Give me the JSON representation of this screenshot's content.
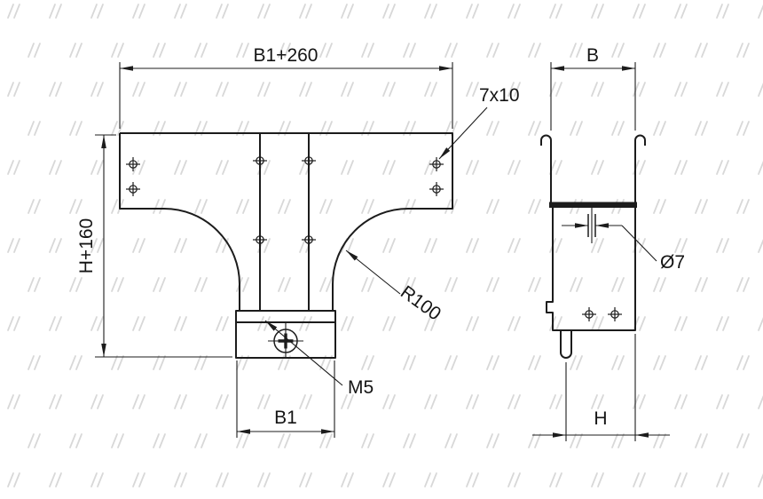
{
  "front_view": {
    "width_top": "B1+260",
    "slot": "7x10",
    "height": "H+160",
    "radius": "R100",
    "thread": "M5",
    "width_bottom": "B1"
  },
  "side_view": {
    "width": "B",
    "hole": "Ø7",
    "depth": "H"
  },
  "colors": {
    "line": "#1c1c1c",
    "watermark": "#d8d8d8",
    "background": "#ffffff"
  }
}
